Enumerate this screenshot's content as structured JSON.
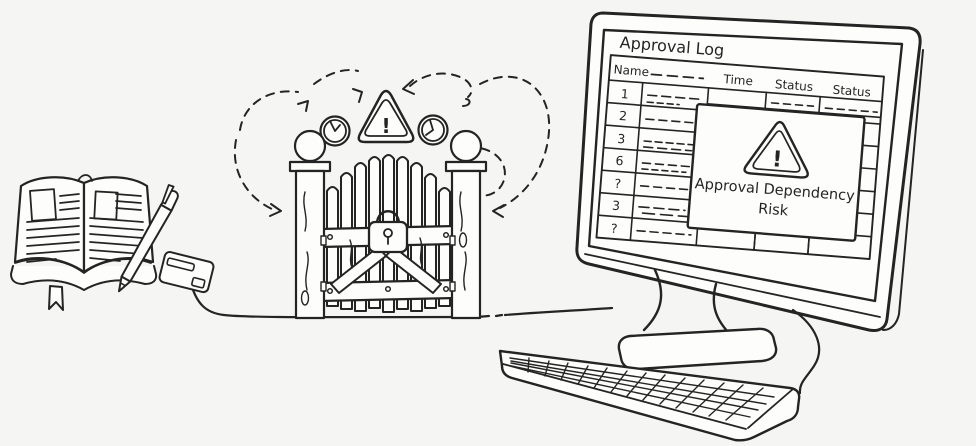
{
  "colors": {
    "background": "#f5f5f3",
    "ink": "#242424",
    "screen": "#fdfdfc"
  },
  "monitor": {
    "screen": {
      "title": "Approval Log",
      "table": {
        "headers": [
          "Name",
          "Time",
          "Status",
          "Status"
        ],
        "row_ids": [
          "1",
          "2",
          "3",
          "6",
          "?",
          "3",
          "?"
        ]
      },
      "warning": {
        "line1": "Approval Dependency",
        "line2": "Risk"
      }
    }
  },
  "icons": {
    "exclamation_glyph": "!",
    "gate_center": "warning-triangle-icon",
    "gate_sides": "clock-icon",
    "gate_lock": "padlock-icon"
  }
}
